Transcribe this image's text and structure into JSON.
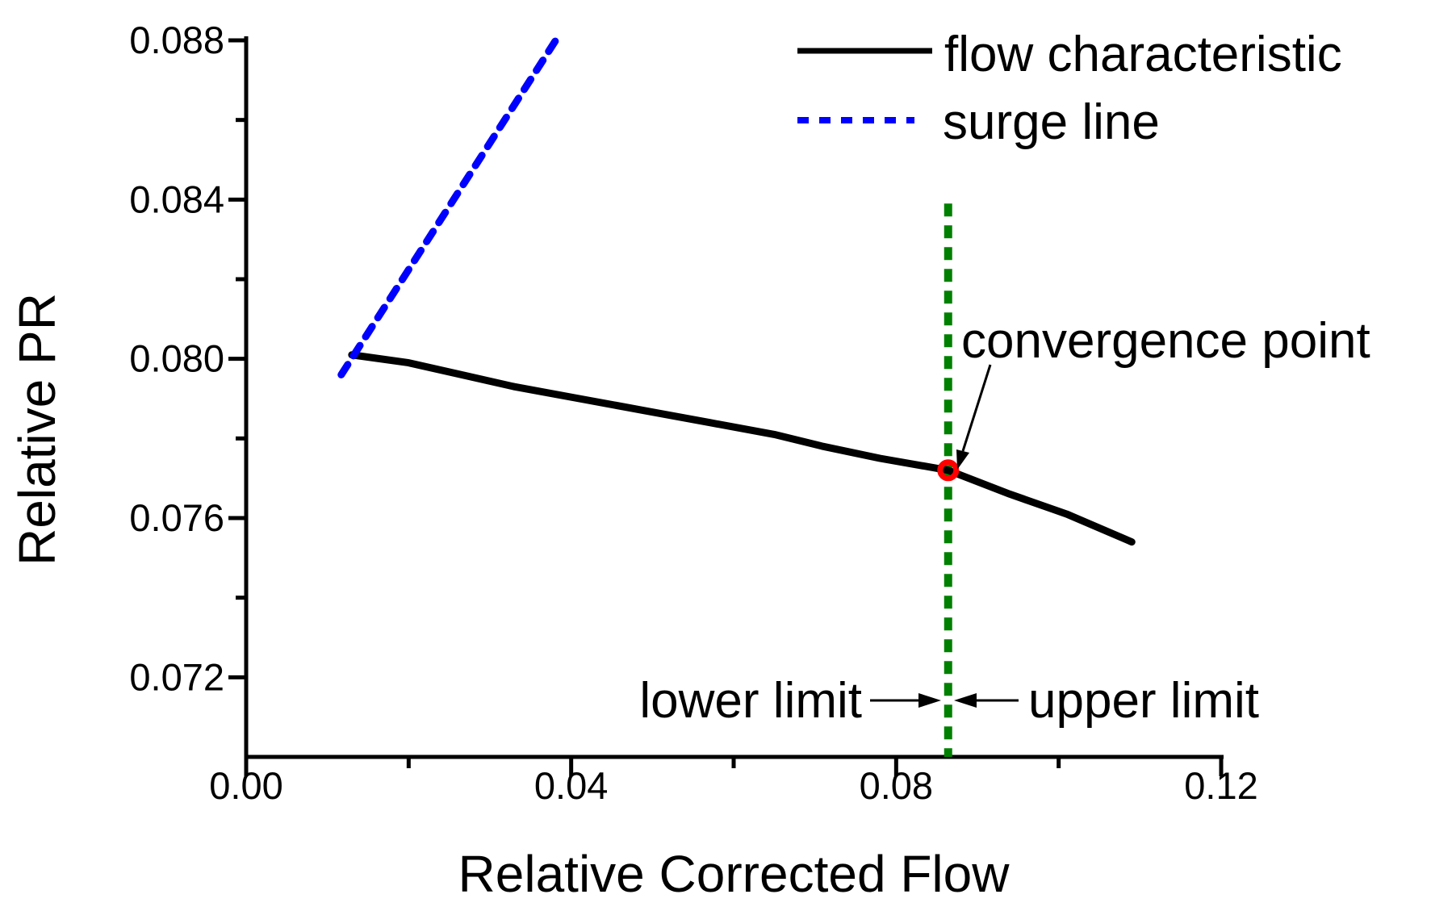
{
  "chart_data": {
    "type": "line",
    "title": "",
    "xlabel": "Relative Corrected Flow",
    "ylabel": "Relative PR",
    "xlim": [
      0.0,
      0.12
    ],
    "ylim": [
      0.07,
      0.088
    ],
    "grid": false,
    "legend_position": "top-right",
    "x_ticks": [
      0.0,
      0.04,
      0.08,
      0.12
    ],
    "x_tick_labels": [
      "0.00",
      "0.04",
      "0.08",
      "0.12"
    ],
    "x_minor_ticks": [
      0.02,
      0.06,
      0.1
    ],
    "y_ticks": [
      0.072,
      0.076,
      0.08,
      0.084,
      0.088
    ],
    "y_tick_labels": [
      "0.072",
      "0.076",
      "0.080",
      "0.084",
      "0.088"
    ],
    "y_minor_ticks": [
      0.074,
      0.078,
      0.082,
      0.086
    ],
    "series": [
      {
        "name": "flow characteristic",
        "color": "#000000",
        "style": "solid",
        "line_width": 9,
        "points": [
          [
            0.013,
            0.0801
          ],
          [
            0.02,
            0.0799
          ],
          [
            0.0265,
            0.0796
          ],
          [
            0.033,
            0.0793
          ],
          [
            0.041,
            0.079
          ],
          [
            0.049,
            0.0787
          ],
          [
            0.057,
            0.0784
          ],
          [
            0.065,
            0.0781
          ],
          [
            0.071,
            0.0778
          ],
          [
            0.078,
            0.0775
          ],
          [
            0.0864,
            0.0772
          ],
          [
            0.094,
            0.0766
          ],
          [
            0.101,
            0.0761
          ],
          [
            0.109,
            0.0754
          ]
        ]
      },
      {
        "name": "surge line",
        "color": "#0000ff",
        "style": "dashed",
        "line_width": 9,
        "points": [
          [
            0.0117,
            0.0796
          ],
          [
            0.0381,
            0.088
          ]
        ]
      }
    ],
    "limit_line": {
      "x": 0.0864,
      "y_bottom": 0.07,
      "y_top": 0.0839,
      "color": "#008000",
      "style": "dotted",
      "line_width": 10
    },
    "convergence_point": {
      "x": 0.0864,
      "y": 0.0772,
      "marker": "open-circle",
      "color": "#ff0000"
    }
  },
  "legend": {
    "items": [
      {
        "label": "flow characteristic",
        "color": "#000000",
        "style": "solid"
      },
      {
        "label": "surge line",
        "color": "#0000ff",
        "style": "dashed"
      }
    ]
  },
  "annotations": {
    "convergence": {
      "label": "convergence point"
    },
    "lower": {
      "label": "lower limit"
    },
    "upper": {
      "label": "upper limit"
    }
  },
  "colors": {
    "flow_line": "#000000",
    "surge_line": "#0000ff",
    "limit_line": "#008000",
    "convergence_marker": "#ff0000",
    "axis": "#000000",
    "background": "#ffffff"
  }
}
